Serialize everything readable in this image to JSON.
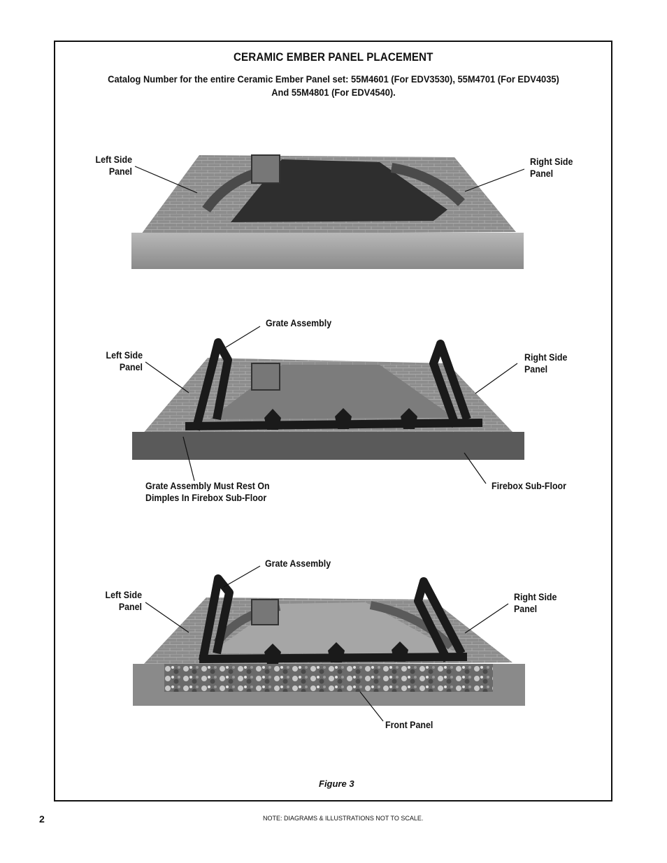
{
  "header": {
    "title": "CERAMIC EMBER PANEL PLACEMENT",
    "catalog_line1": "Catalog Number for the entire Ceramic Ember Panel set: 55M4601 (For EDV3530), 55M4701 (For EDV4035)",
    "catalog_line2": "And 55M4801 (For EDV4540)."
  },
  "figure1": {
    "left_label_1": "Left Side",
    "left_label_2": "Panel",
    "right_label_1": "Right Side",
    "right_label_2": "Panel"
  },
  "figure2": {
    "grate_label": "Grate Assembly",
    "left_label_1": "Left Side",
    "left_label_2": "Panel",
    "right_label_1": "Right Side",
    "right_label_2": "Panel",
    "dimples_label_1": "Grate Assembly Must Rest On",
    "dimples_label_2": "Dimples In Firebox Sub-Floor",
    "subfloor_label": "Firebox Sub-Floor"
  },
  "figure3": {
    "grate_label": "Grate Assembly",
    "left_label_1": "Left Side",
    "left_label_2": "Panel",
    "right_label_1": "Right Side",
    "right_label_2": "Panel",
    "front_label": "Front Panel"
  },
  "caption": "Figure 3",
  "footer": {
    "page_number": "2",
    "note": "NOTE: DIAGRAMS & ILLUSTRATIONS NOT TO SCALE."
  }
}
